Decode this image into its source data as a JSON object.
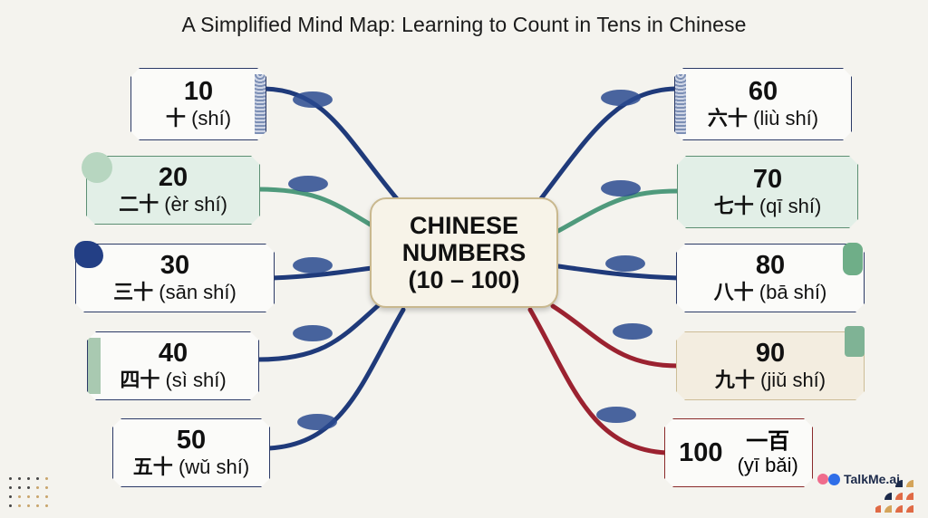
{
  "title": "A Simplified Mind Map: Learning to Count in Tens in Chinese",
  "center": {
    "line1": "CHINESE",
    "line2": "NUMBERS",
    "line3": "(10 – 100)"
  },
  "left_nodes": [
    {
      "number": "10",
      "hanzi": "十",
      "pinyin": "(shí)",
      "style": "blue"
    },
    {
      "number": "20",
      "hanzi": "二十",
      "pinyin": "(èr shí)",
      "style": "green"
    },
    {
      "number": "30",
      "hanzi": "三十",
      "pinyin": "(sān shí)",
      "style": "blue"
    },
    {
      "number": "40",
      "hanzi": "四十",
      "pinyin": "(sì shí)",
      "style": "blue"
    },
    {
      "number": "50",
      "hanzi": "五十",
      "pinyin": "(wǔ shí)",
      "style": "blue"
    }
  ],
  "right_nodes": [
    {
      "number": "60",
      "hanzi": "六十",
      "pinyin": "(liù shí)",
      "style": "blue"
    },
    {
      "number": "70",
      "hanzi": "七十",
      "pinyin": "(qī shí)",
      "style": "green"
    },
    {
      "number": "80",
      "hanzi": "八十",
      "pinyin": "(bā shí)",
      "style": "blue"
    },
    {
      "number": "90",
      "hanzi": "九十",
      "pinyin": "(jiǔ shí)",
      "style": "cream"
    },
    {
      "number": "100",
      "hanzi": "一百",
      "pinyin": "(yī bǎi)",
      "style": "red"
    }
  ],
  "colors": {
    "blue": "#1f3a7a",
    "green": "#4f9a7c",
    "red": "#9b2230",
    "gold": "#c9b88e",
    "background": "#f4f3ee"
  },
  "brand": {
    "name": "TalkMe.ai"
  }
}
